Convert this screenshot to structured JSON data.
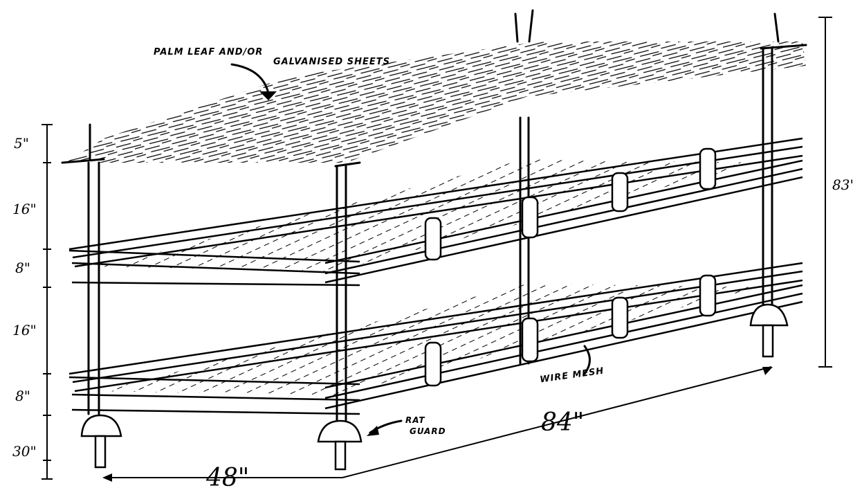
{
  "title": "Raised drying rack with roof",
  "labels": {
    "roof_line1": "PALM LEAF AND/OR",
    "roof_line2": "GALVANISED SHEETS",
    "mesh": "WIRE MESH",
    "rat_guard_line1": "RAT",
    "rat_guard_line2": "GUARD"
  },
  "dimensions": {
    "vertical": [
      "5\"",
      "16\"",
      "8\"",
      "16\"",
      "8\"",
      "30\""
    ],
    "total_height": "83\"",
    "width": "48\"",
    "length": "84\""
  }
}
